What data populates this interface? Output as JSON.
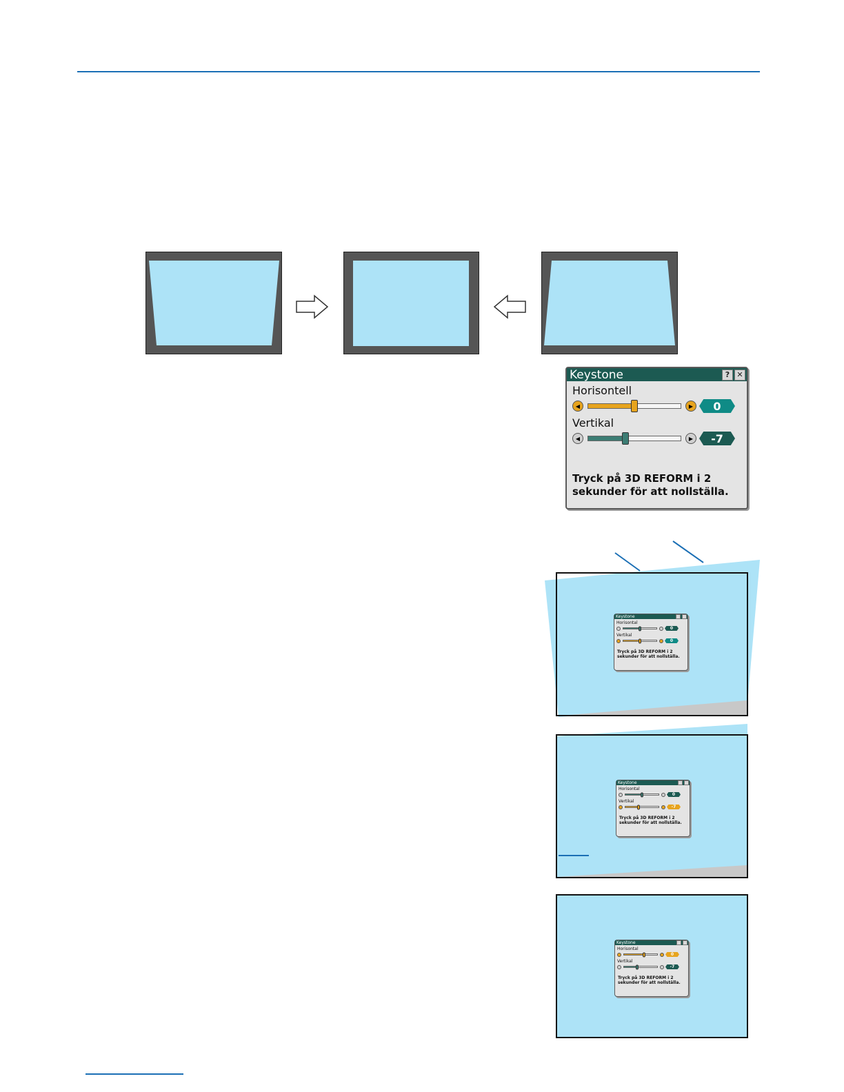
{
  "colors": {
    "rule": "#1b6fb5",
    "frame": "#555555",
    "screen": "#ade3f7",
    "dialog_title_bar": "#1c5a52",
    "value_selected": "#0f8b86",
    "value_unselected": "#1c5a52",
    "slider_active": "#e7a41e"
  },
  "illustration_arrows": [
    "right-outline-arrow",
    "left-outline-arrow"
  ],
  "dialog": {
    "title": "Keystone",
    "help_label": "?",
    "close_label": "✕",
    "horizontal_label": "Horisontell",
    "horizontal_value": "0",
    "horizontal_level": 0.5,
    "vertical_label": "Vertikal",
    "vertical_value": "-7",
    "vertical_level": 0.4,
    "message_line1": "Tryck på 3D REFORM i 2",
    "message_line2": "sekunder för att nollställa."
  },
  "mini_dialogs": [
    {
      "title": "Keystone",
      "horizontal_label": "Horisontal",
      "horizontal_value": "0",
      "horizontal_level": 0.5,
      "vertical_label": "Vertikal",
      "vertical_value": "0",
      "vertical_level": 0.5,
      "active": "vertical",
      "message_line1": "Tryck på 3D REFORM i 2",
      "message_line2": "sekunder för att nollställa."
    },
    {
      "title": "Keystone",
      "horizontal_label": "Horisontal",
      "horizontal_value": "0",
      "horizontal_level": 0.5,
      "vertical_label": "Vertikal",
      "vertical_value": "-7",
      "vertical_level": 0.4,
      "active": "vertical",
      "message_line1": "Tryck på 3D REFORM i 2",
      "message_line2": "sekunder för att nollställa."
    },
    {
      "title": "Keystone",
      "horizontal_label": "Horisontal",
      "horizontal_value": "0",
      "horizontal_level": 0.6,
      "vertical_label": "Vertikal",
      "vertical_value": "-7",
      "vertical_level": 0.4,
      "active": "horizontal",
      "message_line1": "Tryck på 3D REFORM i 2",
      "message_line2": "sekunder för att nollställa."
    }
  ]
}
